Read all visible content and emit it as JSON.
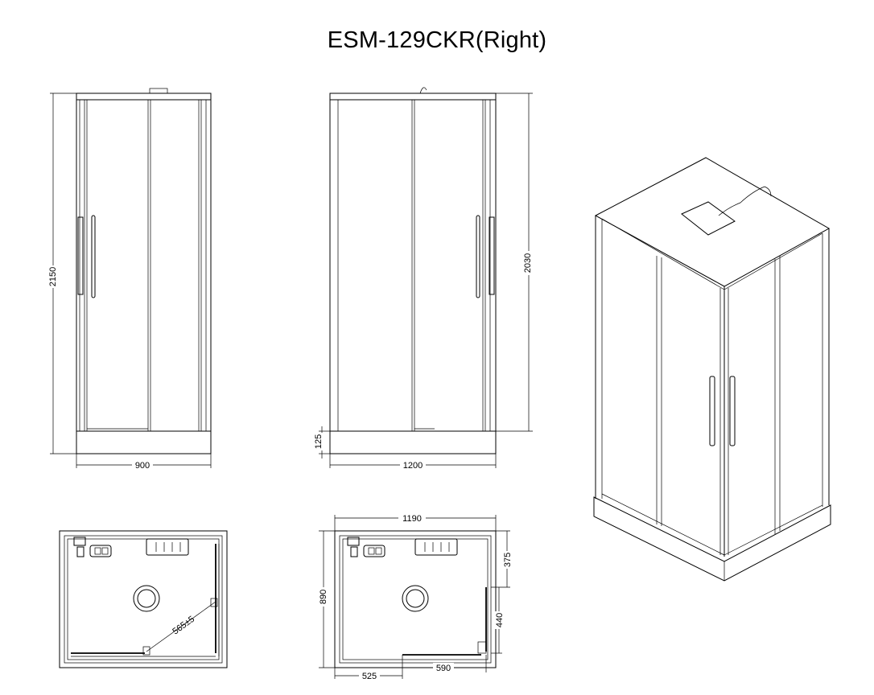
{
  "title": "ESM-129CKR(Right)",
  "dimensions": {
    "front_height": "2150",
    "front_width": "900",
    "side_height": "2030",
    "side_width": "1200",
    "tray_height": "125",
    "plan_left_diagonal": "565±5",
    "plan_right_width": "1190",
    "plan_right_depth": "890",
    "plan_right_top_offset": "375",
    "plan_right_opening": "440",
    "plan_right_bottom_left": "525",
    "plan_right_bottom_right": "590"
  },
  "colors": {
    "line": "#000000",
    "background": "#ffffff"
  }
}
